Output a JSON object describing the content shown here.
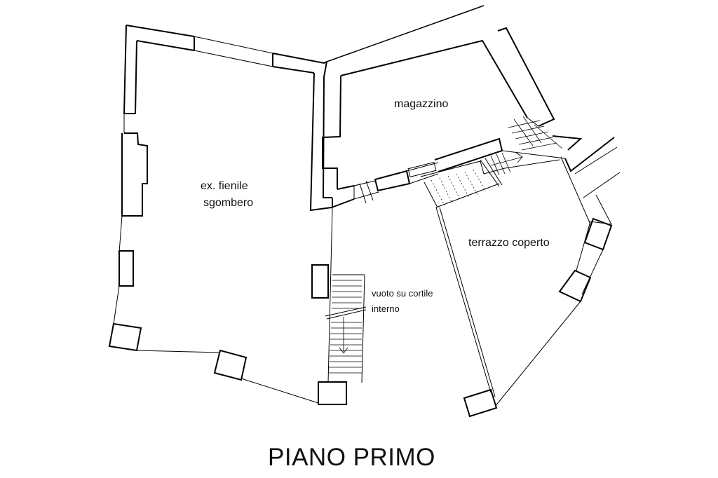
{
  "plan": {
    "title": "PIANO PRIMO",
    "rooms": {
      "fienile_line1": "ex. fienile",
      "fienile_line2": "sgombero",
      "magazzino": "magazzino",
      "terrazzo": "terrazzo coperto",
      "vuoto_line1": "vuoto su cortile",
      "vuoto_line2": "interno"
    }
  }
}
